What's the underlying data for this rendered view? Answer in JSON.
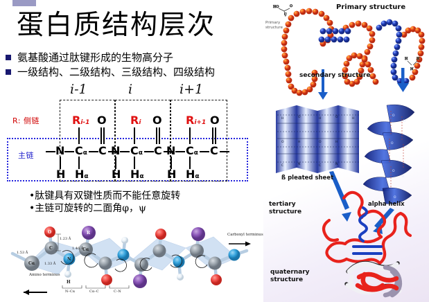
{
  "slide": {
    "title": "蛋白质结构层次",
    "bullets": [
      "氨基酸通过肽键形成的生物高分子",
      "一级结构、二级结构、三级结构、四级结构"
    ],
    "sub_bullets": [
      "•肽键具有双键性质而不能任意旋转",
      "•主链可旋转的二面角φ，ψ"
    ],
    "colors": {
      "bullet_square": "#191970",
      "side_chain_label": "#d00000",
      "main_chain_label": "#2222cc",
      "backbone_box": "#2222dd",
      "residue_box": "#1a1a1a",
      "arrow": "#1a5ec8",
      "bead_red": "#e8301c",
      "bead_blue": "#2a3fc0",
      "helix_blue": "#1c3fa8",
      "tertiary_red": "#e8221c"
    }
  },
  "peptide_diagram": {
    "residue_indices": [
      "i-1",
      "i",
      "i+1"
    ],
    "side_chain_label": "R: 侧链",
    "main_chain_label": "主链",
    "units": [
      {
        "r": "R",
        "r_sub": "i-1",
        "o": "O",
        "n": "N",
        "ca": "C",
        "ca_sub": "α",
        "c": "C",
        "h": "H",
        "ha": "H",
        "ha_sub": "α"
      },
      {
        "r": "R",
        "r_sub": "i",
        "o": "O",
        "n": "N",
        "ca": "C",
        "ca_sub": "α",
        "c": "C",
        "h": "H",
        "ha": "H",
        "ha_sub": "α"
      },
      {
        "r": "R",
        "r_sub": "i+1",
        "o": "O",
        "n": "N",
        "ca": "C",
        "ca_sub": "α",
        "c": "C",
        "h": "H",
        "ha": "H",
        "ha_sub": "α"
      }
    ]
  },
  "molecular_model": {
    "amino_terminus": "Amino\nterminus",
    "carboxyl_terminus": "Carboxyl\nterminus",
    "bond_lengths": [
      "1.53 Å",
      "1.33 Å",
      "1.46 Å",
      "1.23 Å"
    ],
    "bond_spans": [
      "N–Cα",
      "Cα–C",
      "C–N"
    ],
    "atom_labels": [
      "O",
      "C",
      "N",
      "Cα",
      "Cα",
      "R",
      "H"
    ],
    "angles": [
      "φ",
      "ψ"
    ]
  },
  "structure_panel": {
    "primary_title": "Primary structure",
    "primary_small": "Primary\nstructure",
    "secondary_title": "secondary structure",
    "beta_sheet": "ß pleated sheet",
    "alpha_helix": "alpha helix",
    "tertiary": "tertiary\nstructure",
    "quaternary": "quaternary\nstructure",
    "terminus_cooh": "HO",
    "terminus_c": "C",
    "terminus_o": "O",
    "terminus_h1": "H",
    "terminus_h2": "H",
    "terminus_n": "N"
  }
}
